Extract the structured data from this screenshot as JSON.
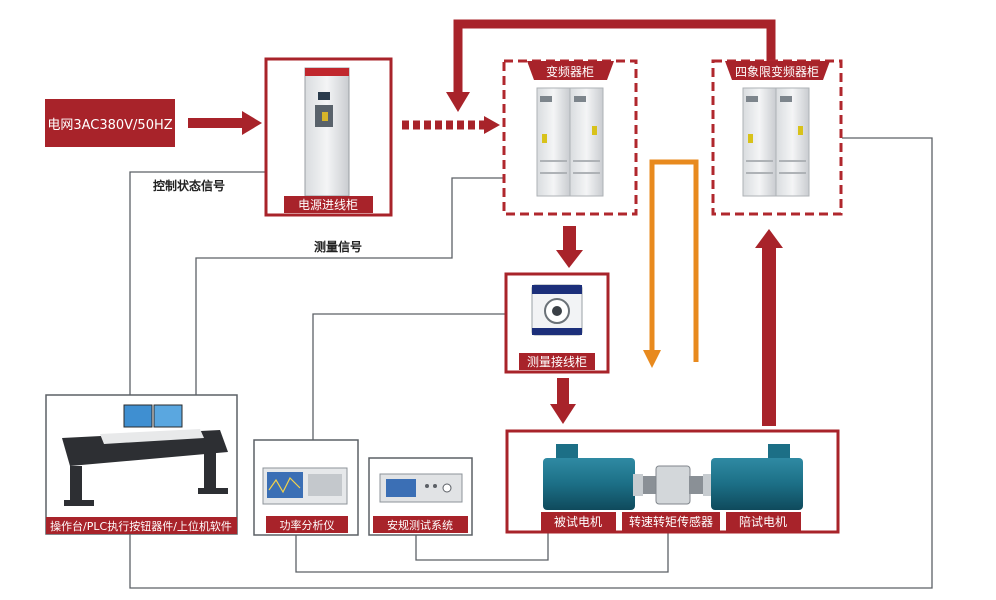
{
  "colors": {
    "accent_red": "#a8232a",
    "orange": "#e88a1e",
    "line_gray": "#5c6066",
    "dashed_red": "#b0272d",
    "motor_teal": "#1c6f86"
  },
  "labels": {
    "grid_input": "电网3AC380V/50HZ",
    "power_cabinet": "电源进线柜",
    "vfd_cabinet": "变频器柜",
    "four_quadrant_vfd": "四象限变频器柜",
    "measurement_cabinet": "测量接线柜",
    "console": "操作台/PLC执行按钮器件/上位机软件",
    "power_analyzer": "功率分析仪",
    "safety_test": "安规测试系统",
    "motor_under_test": "被试电机",
    "torque_sensor": "转速转矩传感器",
    "load_motor": "陪试电机"
  },
  "signals": {
    "control_status": "控制状态信号",
    "measurement": "测量信号"
  }
}
